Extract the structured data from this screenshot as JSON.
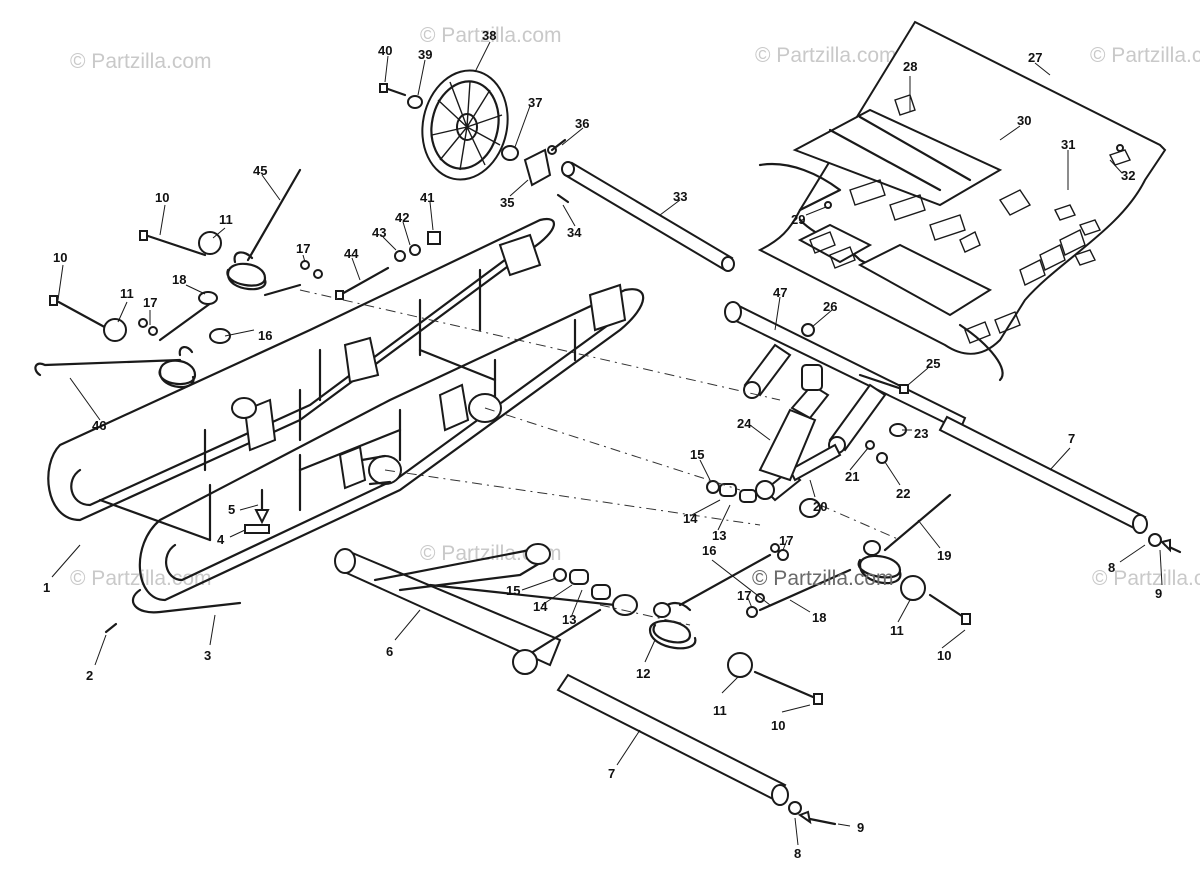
{
  "watermarks": [
    {
      "id": "tl",
      "text": "© Partzilla.com"
    },
    {
      "id": "tc",
      "text": "© Partzilla.com"
    },
    {
      "id": "tr1",
      "text": "© Partzilla.com"
    },
    {
      "id": "tr2",
      "text": "© Partzilla.com"
    },
    {
      "id": "ml",
      "text": "© Partzilla.com"
    },
    {
      "id": "mc",
      "text": "© Partzilla.com"
    },
    {
      "id": "center",
      "text": "© Partzilla.com"
    },
    {
      "id": "mr",
      "text": "© Partzilla.com"
    }
  ],
  "callouts": [
    {
      "id": "c1",
      "text": "1"
    },
    {
      "id": "c2",
      "text": "2"
    },
    {
      "id": "c3",
      "text": "3"
    },
    {
      "id": "c4",
      "text": "4"
    },
    {
      "id": "c5",
      "text": "5"
    },
    {
      "id": "c6",
      "text": "6"
    },
    {
      "id": "c7a",
      "text": "7"
    },
    {
      "id": "c7b",
      "text": "7"
    },
    {
      "id": "c8a",
      "text": "8"
    },
    {
      "id": "c8b",
      "text": "8"
    },
    {
      "id": "c9a",
      "text": "9"
    },
    {
      "id": "c9b",
      "text": "9"
    },
    {
      "id": "c10a",
      "text": "10"
    },
    {
      "id": "c10b",
      "text": "10"
    },
    {
      "id": "c10c",
      "text": "10"
    },
    {
      "id": "c10d",
      "text": "10"
    },
    {
      "id": "c11a",
      "text": "11"
    },
    {
      "id": "c11b",
      "text": "11"
    },
    {
      "id": "c11c",
      "text": "11"
    },
    {
      "id": "c11d",
      "text": "11"
    },
    {
      "id": "c12",
      "text": "12"
    },
    {
      "id": "c13a",
      "text": "13"
    },
    {
      "id": "c13b",
      "text": "13"
    },
    {
      "id": "c14a",
      "text": "14"
    },
    {
      "id": "c14b",
      "text": "14"
    },
    {
      "id": "c15a",
      "text": "15"
    },
    {
      "id": "c15b",
      "text": "15"
    },
    {
      "id": "c16a",
      "text": "16"
    },
    {
      "id": "c16b",
      "text": "16"
    },
    {
      "id": "c17a",
      "text": "17"
    },
    {
      "id": "c17b",
      "text": "17"
    },
    {
      "id": "c17c",
      "text": "17"
    },
    {
      "id": "c17d",
      "text": "17"
    },
    {
      "id": "c18a",
      "text": "18"
    },
    {
      "id": "c18b",
      "text": "18"
    },
    {
      "id": "c19",
      "text": "19"
    },
    {
      "id": "c20",
      "text": "20"
    },
    {
      "id": "c21",
      "text": "21"
    },
    {
      "id": "c22",
      "text": "22"
    },
    {
      "id": "c23",
      "text": "23"
    },
    {
      "id": "c24",
      "text": "24"
    },
    {
      "id": "c25",
      "text": "25"
    },
    {
      "id": "c26",
      "text": "26"
    },
    {
      "id": "c27",
      "text": "27"
    },
    {
      "id": "c28",
      "text": "28"
    },
    {
      "id": "c29",
      "text": "29"
    },
    {
      "id": "c30",
      "text": "30"
    },
    {
      "id": "c31",
      "text": "31"
    },
    {
      "id": "c32",
      "text": "32"
    },
    {
      "id": "c33",
      "text": "33"
    },
    {
      "id": "c34",
      "text": "34"
    },
    {
      "id": "c35",
      "text": "35"
    },
    {
      "id": "c36",
      "text": "36"
    },
    {
      "id": "c37",
      "text": "37"
    },
    {
      "id": "c38",
      "text": "38"
    },
    {
      "id": "c39",
      "text": "39"
    },
    {
      "id": "c40",
      "text": "40"
    },
    {
      "id": "c41",
      "text": "41"
    },
    {
      "id": "c42",
      "text": "42"
    },
    {
      "id": "c43",
      "text": "43"
    },
    {
      "id": "c44",
      "text": "44"
    },
    {
      "id": "c45",
      "text": "45"
    },
    {
      "id": "c46",
      "text": "46"
    },
    {
      "id": "c47",
      "text": "47"
    }
  ]
}
